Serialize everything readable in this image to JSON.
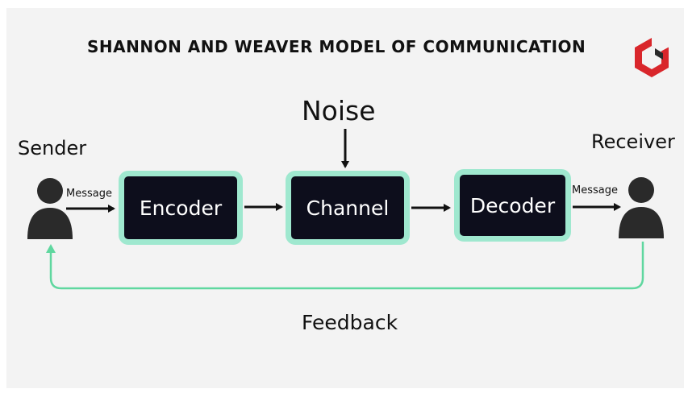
{
  "title": "SHANNON AND WEAVER MODEL OF COMMUNICATION",
  "nodes": {
    "noise": "Noise",
    "sender": "Sender",
    "receiver": "Receiver",
    "encoder": "Encoder",
    "channel": "Channel",
    "decoder": "Decoder"
  },
  "edges": {
    "message_out": "Message",
    "message_in": "Message",
    "feedback": "Feedback"
  },
  "colors": {
    "box_fill": "#0d0e1c",
    "box_border": "#9fe8cf",
    "feedback_line": "#5fd79f",
    "logo": "#d9262b"
  },
  "icons": [
    "sender-person-icon",
    "receiver-person-icon",
    "brand-logo-icon"
  ]
}
